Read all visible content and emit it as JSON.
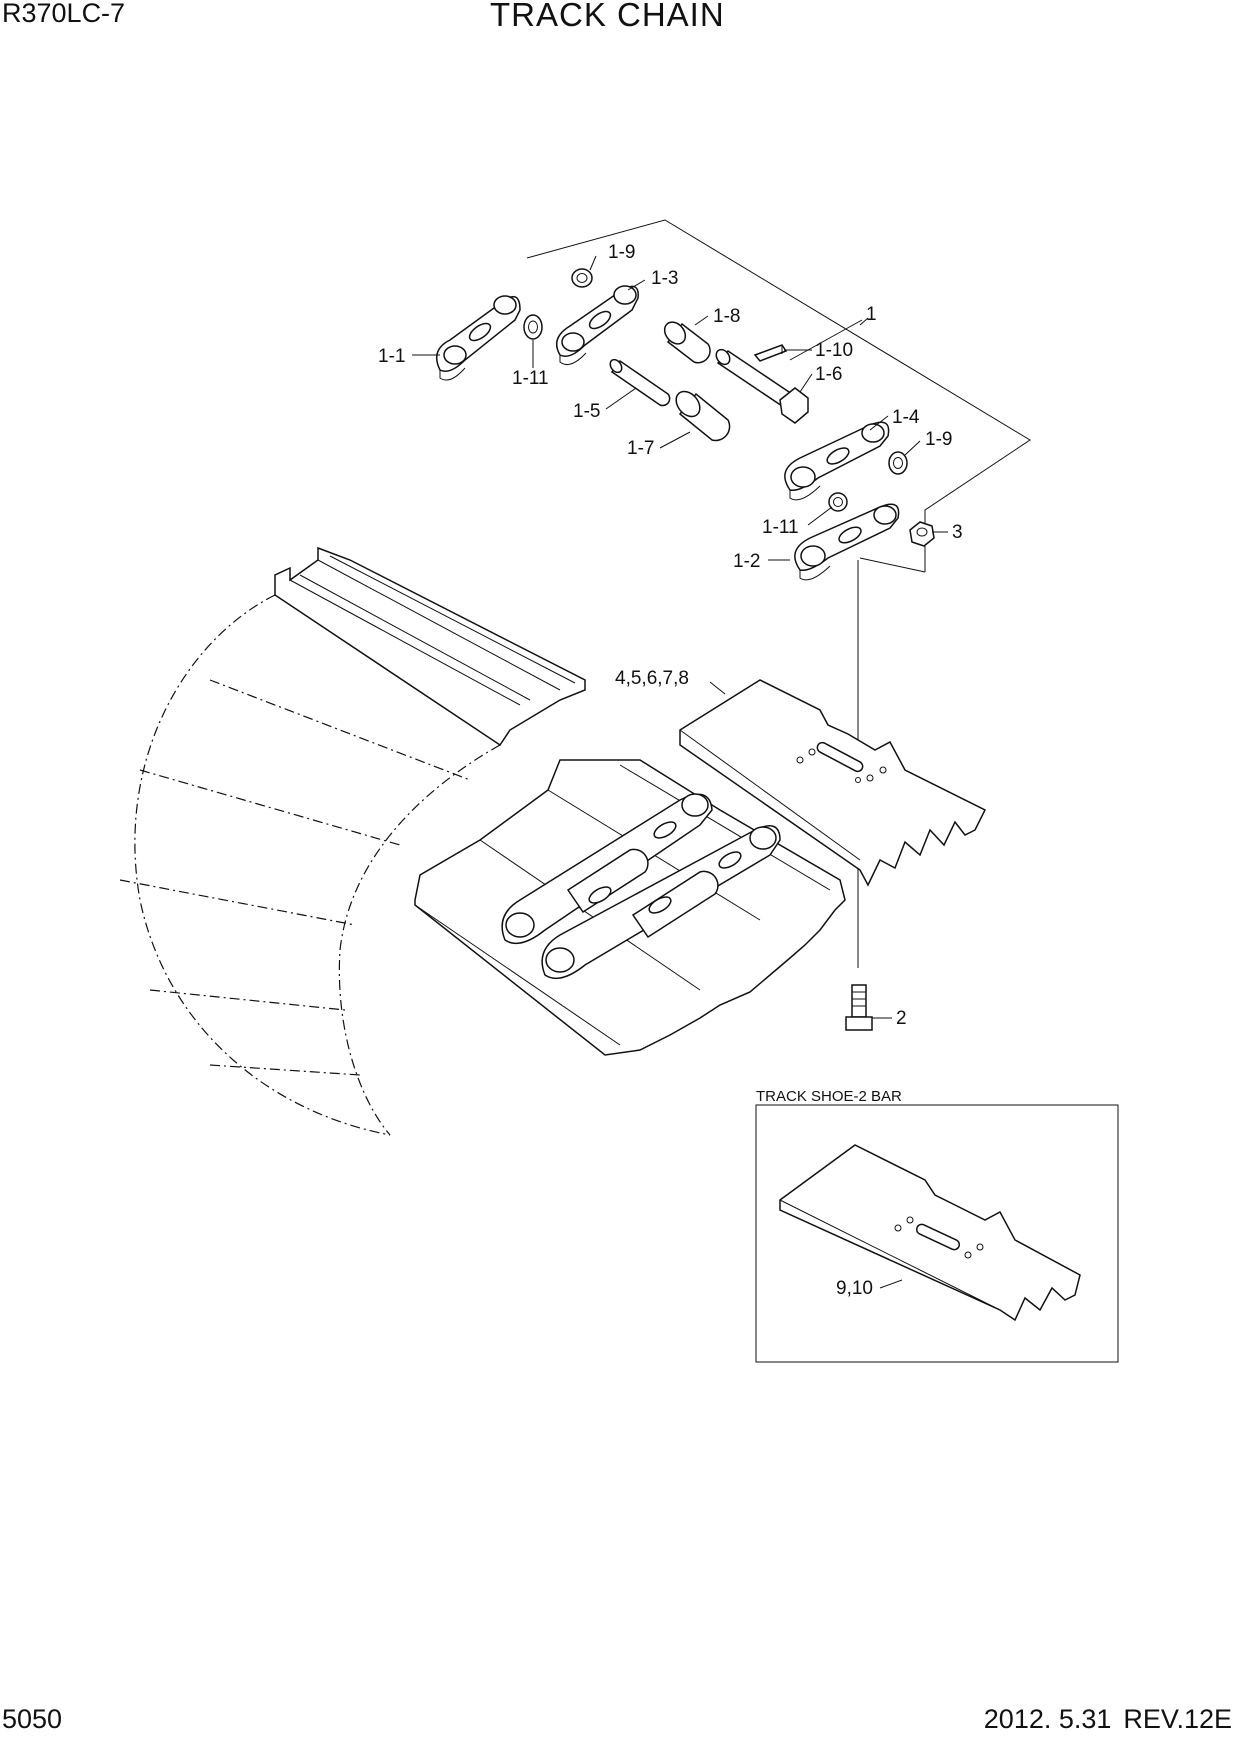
{
  "header": {
    "model": "R370LC-7",
    "title": "TRACK CHAIN"
  },
  "footer": {
    "page": "5050",
    "date": "2012. 5.31",
    "revision": "REV.12E"
  },
  "callouts": {
    "c1": "1",
    "c1_1": "1-1",
    "c1_2": "1-2",
    "c1_3": "1-3",
    "c1_4": "1-4",
    "c1_5": "1-5",
    "c1_6": "1-6",
    "c1_7": "1-7",
    "c1_8": "1-8",
    "c1_9a": "1-9",
    "c1_9b": "1-9",
    "c1_10": "1-10",
    "c1_11a": "1-11",
    "c1_11b": "1-11",
    "c2": "2",
    "c3": "3",
    "c4_8": "4,5,6,7,8",
    "c9_10": "9,10"
  },
  "inset": {
    "title": "TRACK SHOE-2 BAR"
  }
}
